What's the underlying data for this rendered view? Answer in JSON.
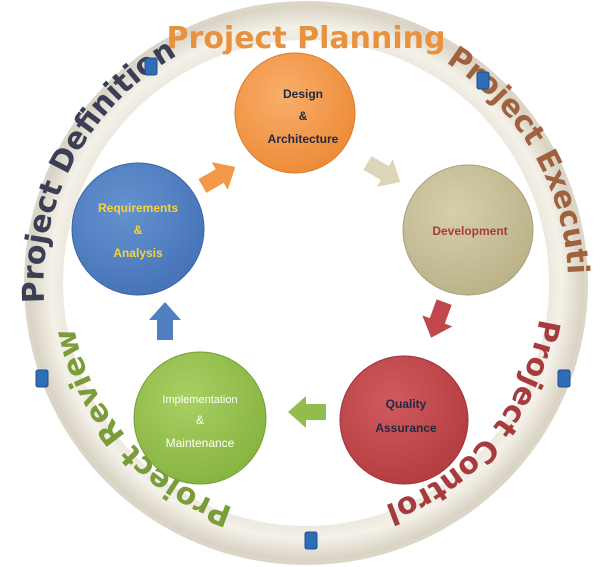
{
  "ring": {
    "planning": "Project Planning",
    "execution": "Project Execution",
    "control": "Project Control",
    "review": "Project Review",
    "definition": "Project Definition"
  },
  "nodes": {
    "design": {
      "line1": "Design",
      "line2": "&",
      "line3": "Architecture"
    },
    "development": {
      "line1": "Development"
    },
    "quality": {
      "line1": "Quality",
      "line2": "Assurance"
    },
    "implementation": {
      "line1": "Implementation",
      "line2": "&",
      "line3": "Maintenance"
    },
    "requirements": {
      "line1": "Requirements",
      "line2": "&",
      "line3": "Analysis"
    }
  },
  "colors": {
    "ring_fill": "#f1ede3",
    "ring_edge": "#d9d3c4",
    "planning": "#e8913f",
    "execution": "#a0623e",
    "control": "#a63b3e",
    "review": "#7a9c3a",
    "definition": "#3a3f55",
    "design": "#f39849",
    "development": "#c5bd94",
    "quality": "#c0474b",
    "implementation": "#92bd4c",
    "requirements": "#4f7fc1",
    "marker": "#2e6db8"
  }
}
